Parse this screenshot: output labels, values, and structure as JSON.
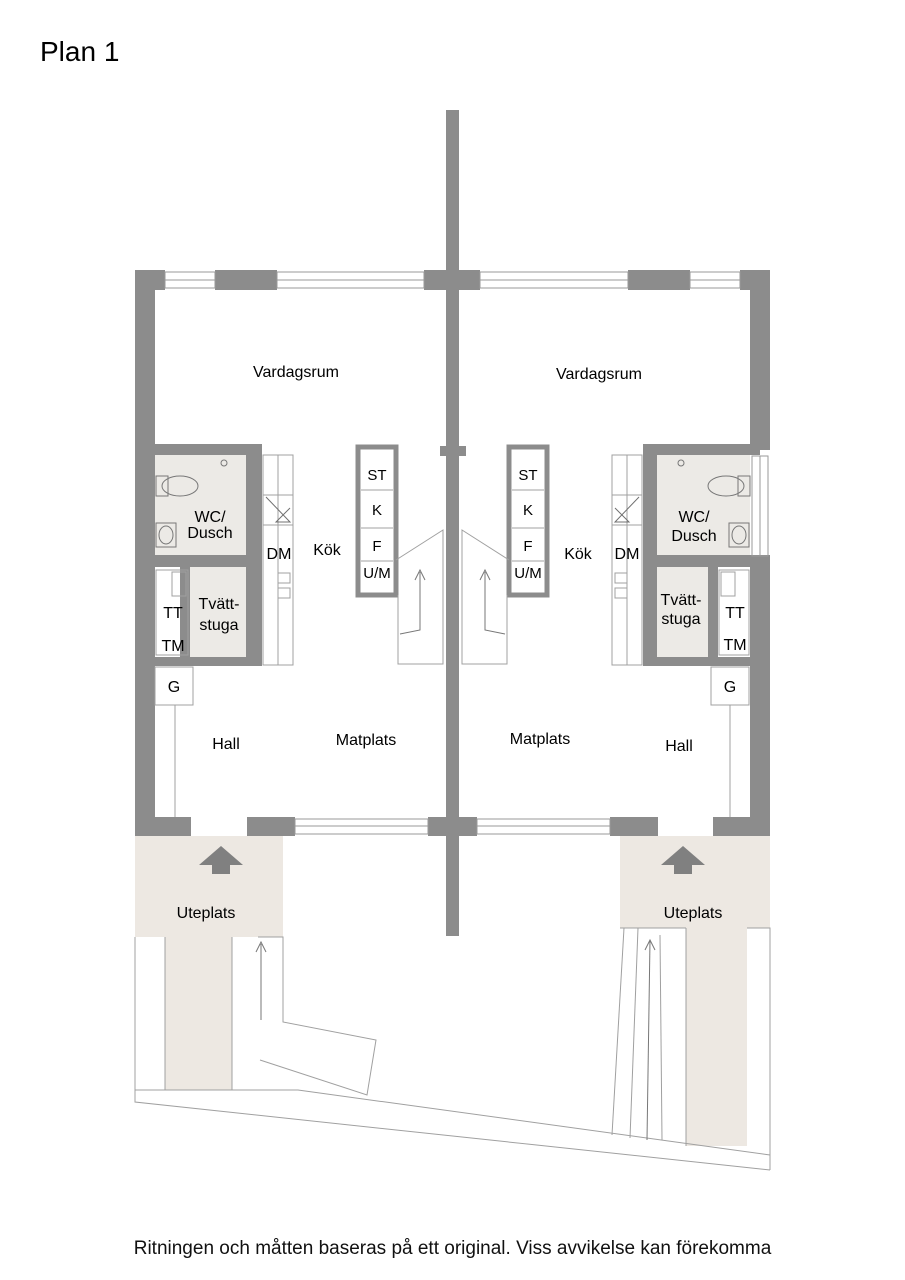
{
  "title": "Plan 1",
  "disclaimer": "Ritningen och måtten baseras på ett original. Viss avvikelse kan förekomma",
  "colors": {
    "wall": "#8c8c8c",
    "wet_room": "#eceae6",
    "patio": "#ede8e2",
    "line": "#9a9a9a",
    "arrow": "#808080"
  },
  "units": [
    {
      "id": "left",
      "rooms": {
        "vardagsrum": "Vardagsrum",
        "wc_line1": "WC/",
        "wc_line2": "Dusch",
        "tvatt_line1": "Tvätt-",
        "tvatt_line2": "stuga",
        "kok": "Kök",
        "hall": "Hall",
        "matplats": "Matplats",
        "uteplats": "Uteplats"
      },
      "fixtures": {
        "dm": "DM",
        "tt": "TT",
        "tm": "TM",
        "g": "G",
        "st": "ST",
        "k": "K",
        "f": "F",
        "um": "U/M"
      }
    },
    {
      "id": "right",
      "rooms": {
        "vardagsrum": "Vardagsrum",
        "wc_line1": "WC/",
        "wc_line2": "Dusch",
        "tvatt_line1": "Tvätt-",
        "tvatt_line2": "stuga",
        "kok": "Kök",
        "hall": "Hall",
        "matplats": "Matplats",
        "uteplats": "Uteplats"
      },
      "fixtures": {
        "dm": "DM",
        "tt": "TT",
        "tm": "TM",
        "g": "G",
        "st": "ST",
        "k": "K",
        "f": "F",
        "um": "U/M"
      }
    }
  ]
}
